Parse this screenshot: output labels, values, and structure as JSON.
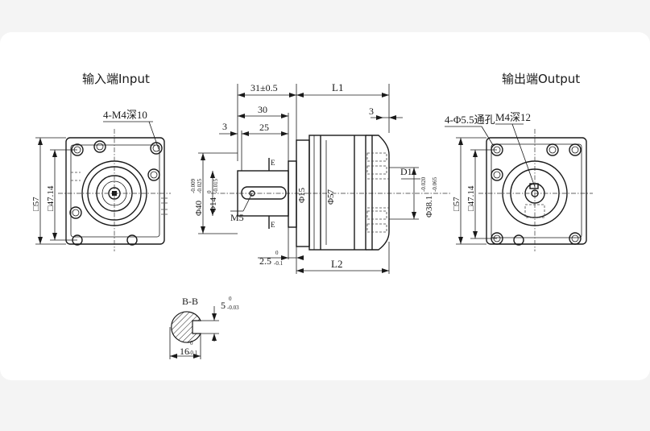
{
  "labels": {
    "input_title": "输入端Input",
    "output_title": "输出端Output",
    "input_bolts": "4-M4深10",
    "output_holes": "4-Φ5.5通孔",
    "output_thread": "M4深12",
    "input_sq_outer": "□57",
    "input_sq_inner": "□47.14",
    "output_sq_outer": "□57",
    "output_sq_inner": "□47.14",
    "dim_31": "31±0.5",
    "dim_l1": "L1",
    "dim_30": "30",
    "dim_25": "25",
    "dim_3_left": "3",
    "dim_3_right": "3",
    "dim_d1": "D1",
    "dim_phi40": "Φ40",
    "dim_phi40_tol_top": "-0.009",
    "dim_phi40_tol_bot": "-0.025",
    "dim_phi14": "Φ14",
    "dim_phi14_tol_top": "0",
    "dim_phi14_tol_bot": "-0.015",
    "dim_phi15": "Φ15",
    "dim_phi57": "Φ57",
    "dim_phi38": "Φ38.1",
    "dim_phi38_tol_top": "-0.020",
    "dim_phi38_tol_bot": "-0.065",
    "dim_m5": "M5",
    "dim_25_small": "2.5",
    "dim_25_tol_top": "0",
    "dim_25_tol_bot": "-0.1",
    "dim_l2": "L2",
    "section_e_top": "E",
    "section_e_bot": "E",
    "section_bb": "B-B",
    "dim_5": "5",
    "dim_5_tol_top": "0",
    "dim_5_tol_bot": "-0.03",
    "dim_16": "16",
    "dim_16_tol_top": "0",
    "dim_16_tol_bot": "-0.1"
  }
}
